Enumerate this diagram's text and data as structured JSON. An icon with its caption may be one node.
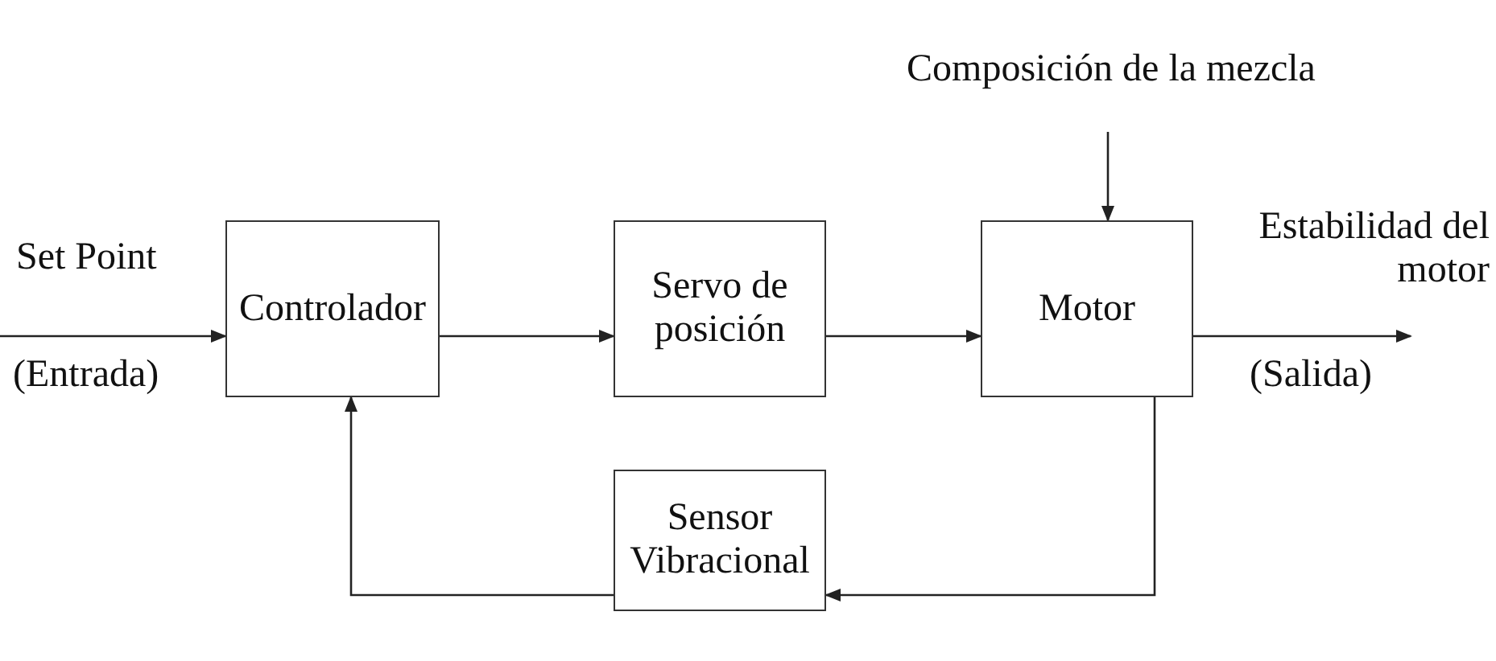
{
  "diagram": {
    "nodes": [
      {
        "text": [
          "Controlador"
        ]
      },
      {
        "text": [
          "Servo de posición"
        ]
      },
      {
        "text": [
          "Motor"
        ]
      },
      {
        "text": [
          "Sensor Vibracional"
        ]
      },
      {
        "text": [
          "Composición de la mezcla"
        ]
      }
    ],
    "edges": [
      {
        "from": null,
        "to": 0,
        "arrow": "to"
      },
      {
        "from": 0,
        "to": 1,
        "arrow": "to"
      },
      {
        "from": 1,
        "to": 2,
        "arrow": "to"
      },
      {
        "from": 4,
        "to": 2,
        "arrow": "to"
      },
      {
        "from": 2,
        "to": null,
        "arrow": "to"
      },
      {
        "from": 2,
        "to": 3,
        "arrow": "to"
      },
      {
        "from": 3,
        "to": 0,
        "arrow": "to"
      }
    ],
    "labels": [
      "Set Point",
      "(Entrada)",
      "Estabilidad del motor",
      "(Salida)"
    ]
  }
}
